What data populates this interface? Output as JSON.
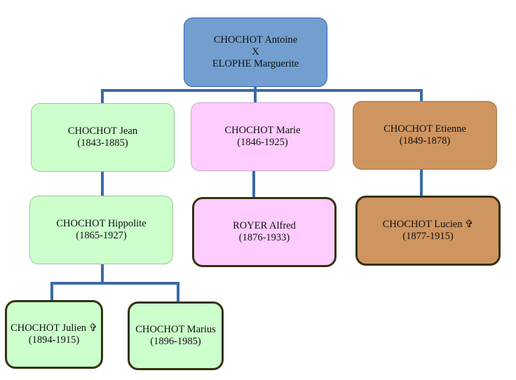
{
  "colors": {
    "connector": "#3b6ba5",
    "root_fill": "#729fcf",
    "green_fill": "#ccffcc",
    "pink_fill": "#ffccff",
    "brown_fill": "#cf9560",
    "thick_border": "#333311"
  },
  "nodes": {
    "root": {
      "line1": "CHOCHOT Antoine",
      "line2": "X",
      "line3": "ELOPHE Marguerite"
    },
    "jean": {
      "name": "CHOCHOT Jean",
      "dates": "(1843-1885)"
    },
    "marie": {
      "name": "CHOCHOT Marie",
      "dates": "(1846-1925)"
    },
    "etienne": {
      "name": "CHOCHOT Etienne",
      "dates": "(1849-1878)"
    },
    "hippolite": {
      "name": "CHOCHOT Hippolite",
      "dates": "(1865-1927)"
    },
    "alfred": {
      "name": "ROYER Alfred",
      "dates": "(1876-1933)"
    },
    "lucien": {
      "name": "CHOCHOT Lucien ✞",
      "dates": "(1877-1915)"
    },
    "julien": {
      "name": "CHOCHOT Julien ✞",
      "dates": "(1894-1915)"
    },
    "marius": {
      "name": "CHOCHOT Marius",
      "dates": "(1896-1985)"
    }
  }
}
